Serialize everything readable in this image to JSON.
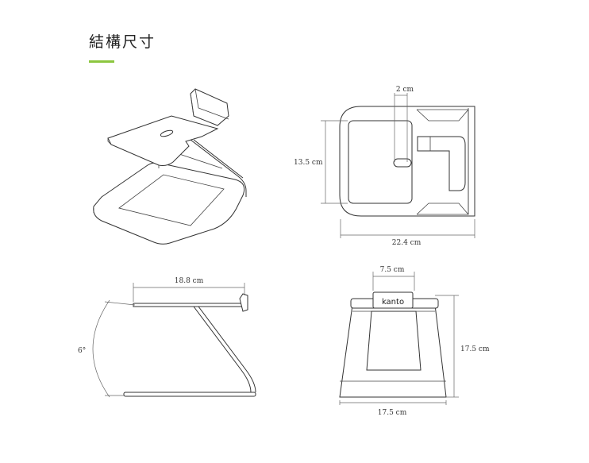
{
  "heading": "結構尺寸",
  "accent_color": "#8cc63f",
  "line_color": "#333333",
  "brand_label": "kanto",
  "dimensions": {
    "top_notch": "2 cm",
    "top_depth": "13.5 cm",
    "top_width": "22.4 cm",
    "side_length": "18.8 cm",
    "side_angle": "6°",
    "front_top": "7.5 cm",
    "front_height": "17.5 cm",
    "front_base": "17.5 cm"
  }
}
